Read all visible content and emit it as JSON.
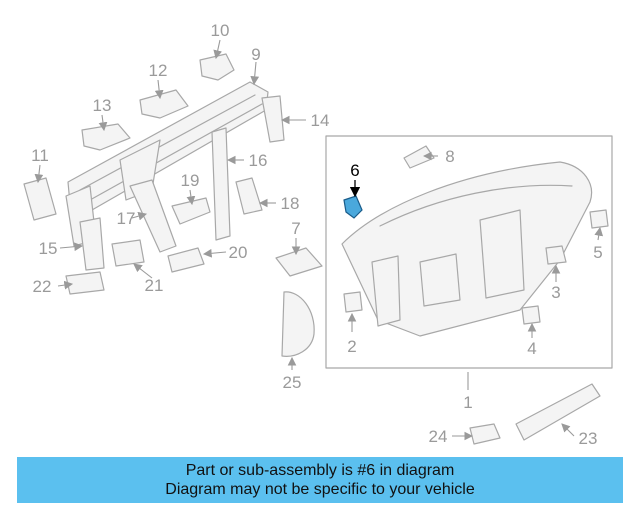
{
  "colors": {
    "banner_background": "#5bc0ef",
    "highlight_part": "#4aa8dc",
    "line_gray": "#a8a8a8",
    "callout_gray": "#9a9a9a"
  },
  "diagram": {
    "callouts": {
      "c1": "1",
      "c2": "2",
      "c3": "3",
      "c4": "4",
      "c5": "5",
      "c6": "6",
      "c7": "7",
      "c8": "8",
      "c9": "9",
      "c10": "10",
      "c11": "11",
      "c12": "12",
      "c13": "13",
      "c14": "14",
      "c15": "15",
      "c16": "16",
      "c17": "17",
      "c18": "18",
      "c19": "19",
      "c20": "20",
      "c21": "21",
      "c22": "22",
      "c23": "23",
      "c24": "24",
      "c25": "25"
    },
    "highlighted_part": "6"
  },
  "banner": {
    "line1": "Part or sub-assembly is #6 in diagram",
    "line2": "Diagram may not be specific to your vehicle"
  }
}
